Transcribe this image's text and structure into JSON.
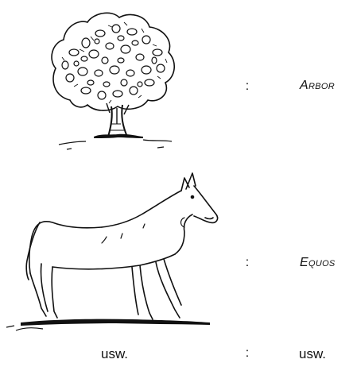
{
  "rows": [
    {
      "illustration": "tree-drawing",
      "separator": ":",
      "term": "Arbor"
    },
    {
      "illustration": "horse-drawing",
      "separator": ":",
      "term": "Equos"
    },
    {
      "left": "usw.",
      "separator": ":",
      "right": "usw."
    }
  ],
  "colors": {
    "ink": "#111111",
    "background": "#ffffff"
  }
}
